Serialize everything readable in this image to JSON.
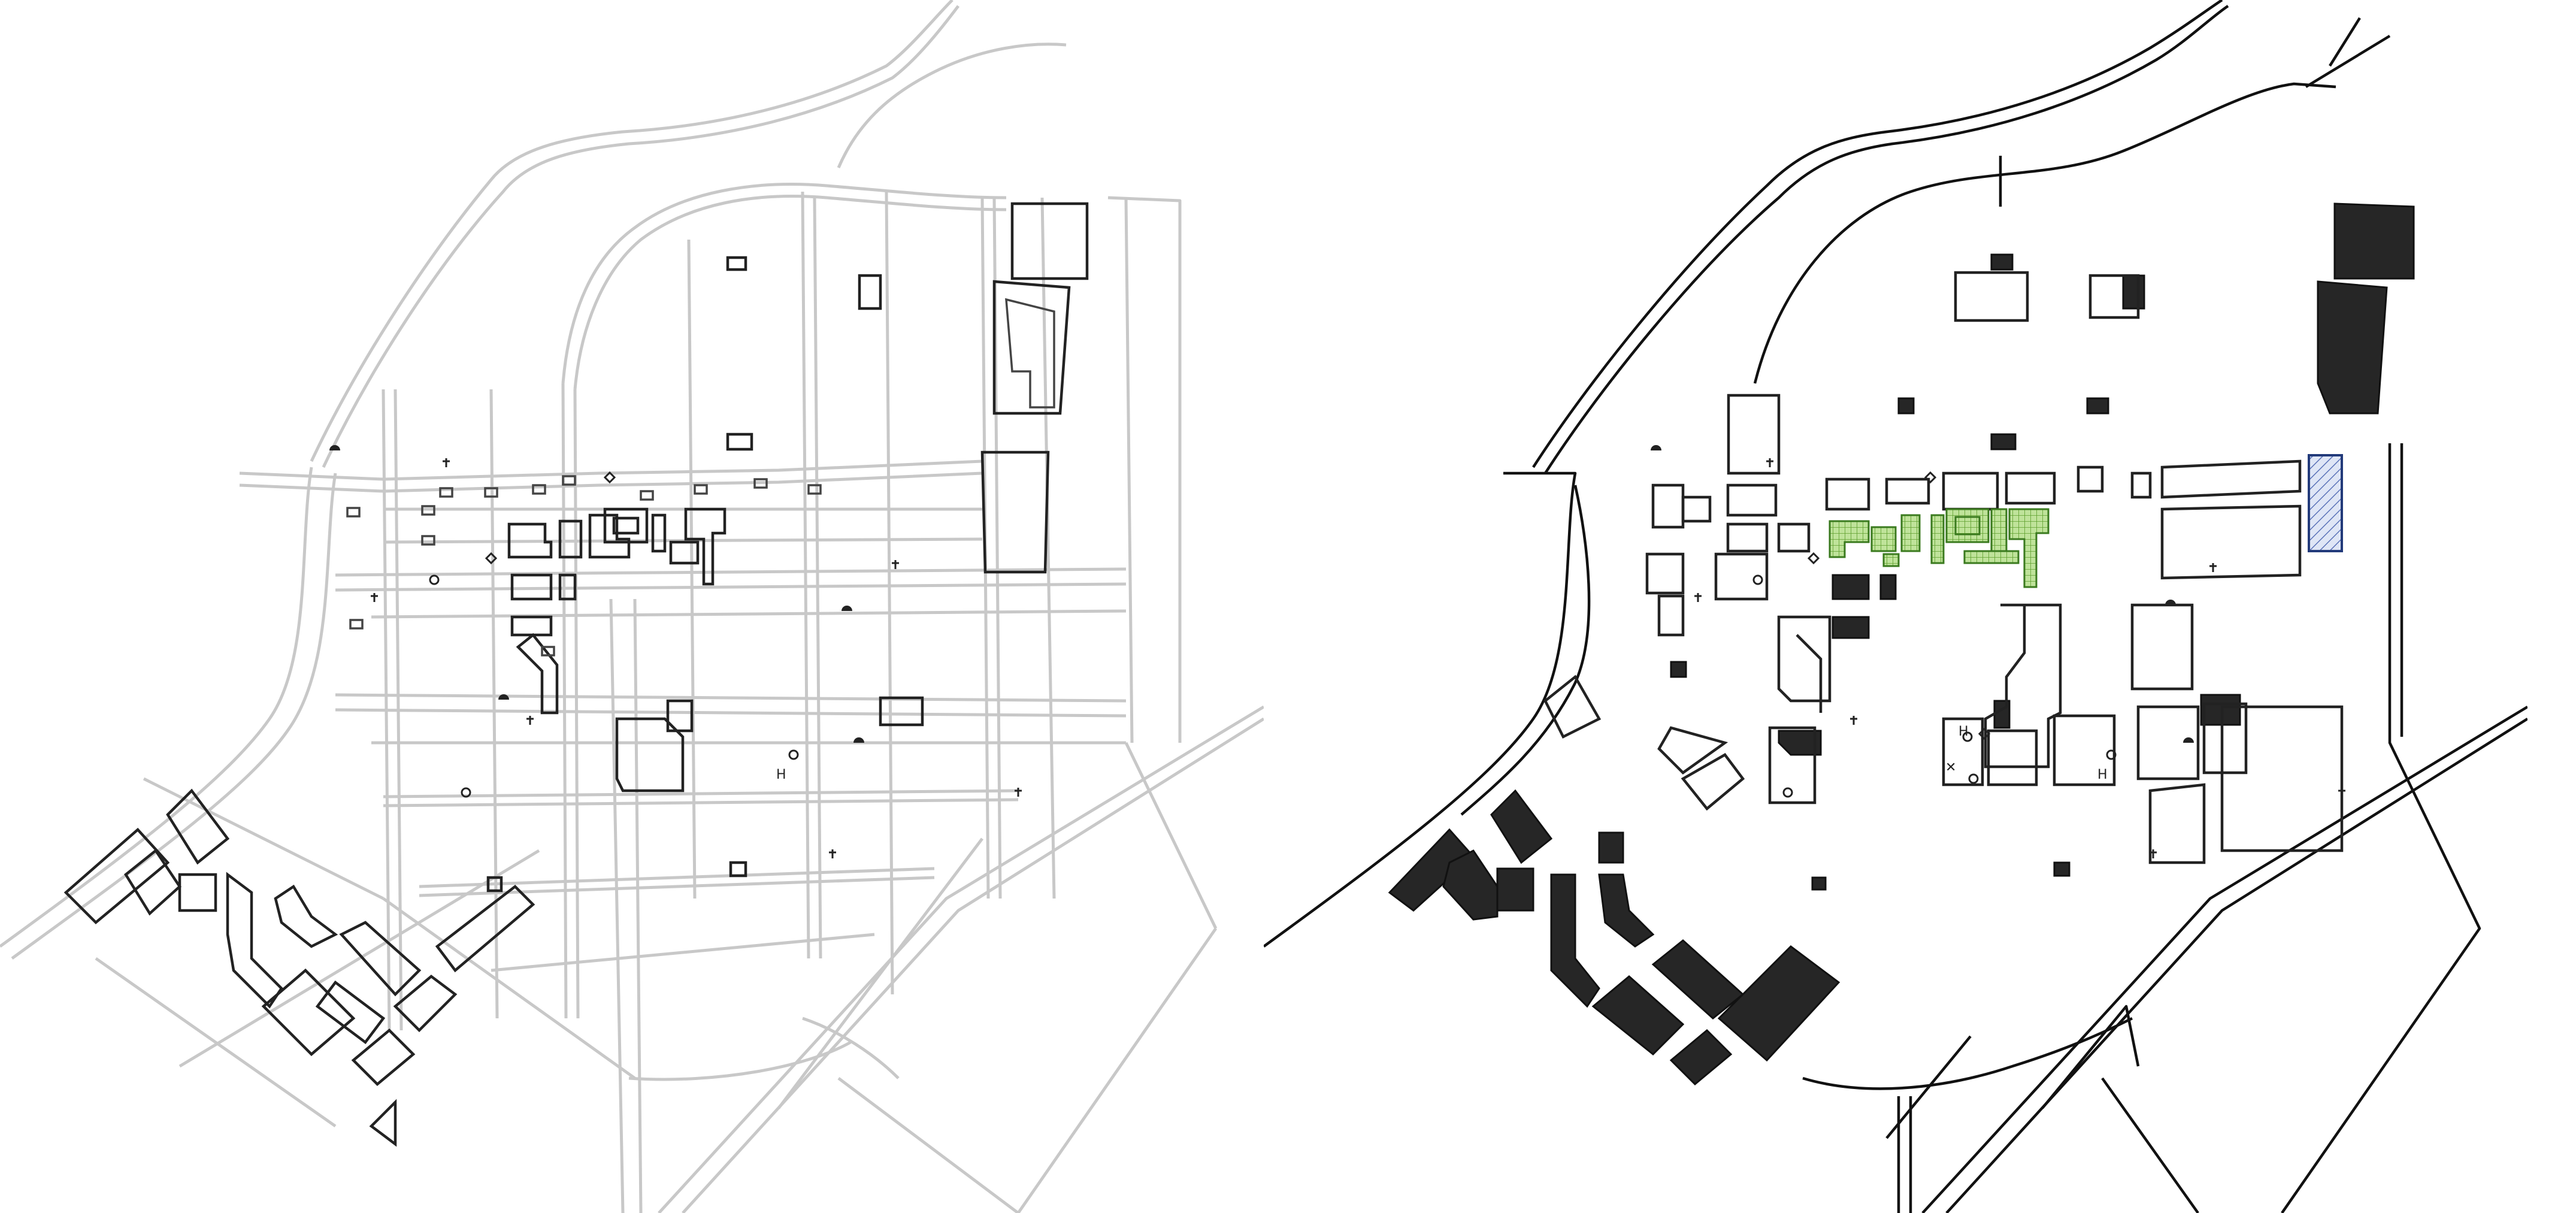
{
  "maps": {
    "left": {
      "variant": "street-network",
      "colors": {
        "roads": "#c8c8c8",
        "buildings": "#222222"
      }
    },
    "right": {
      "variant": "figure-ground",
      "colors": {
        "outline": "#111111",
        "solid": "#262626",
        "green": "#8cc850",
        "blue": "#6c84c8"
      }
    }
  },
  "symbols": {
    "hospital_glyph": "H",
    "cross_glyph": "✕"
  }
}
